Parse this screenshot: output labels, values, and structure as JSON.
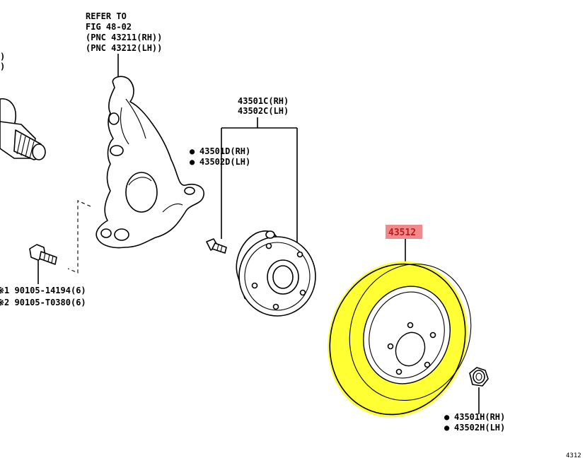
{
  "refer": {
    "line1": "REFER TO",
    "line2": "FIG 48-02",
    "line3": "(PNC 43211(RH))",
    "line4": "(PNC 43212(LH))"
  },
  "left_edge": {
    "line1": ")",
    "line2": ")"
  },
  "hub": {
    "rh": "43501C(RH)",
    "lh": "43502C(LH)"
  },
  "stud": {
    "rh": "43501D(RH)",
    "lh": "43502D(LH)"
  },
  "bolts": {
    "row1": "※1 90105-14194(6)",
    "row2": "※2 90105-T0380(6)"
  },
  "rotor": {
    "part_no": "43512",
    "highlight_color": "#ffff00",
    "label_bg": "#f08a8a"
  },
  "nut": {
    "rh": "43501H(RH)",
    "lh": "43502H(LH)"
  },
  "bullet": "●",
  "corner": "4312"
}
